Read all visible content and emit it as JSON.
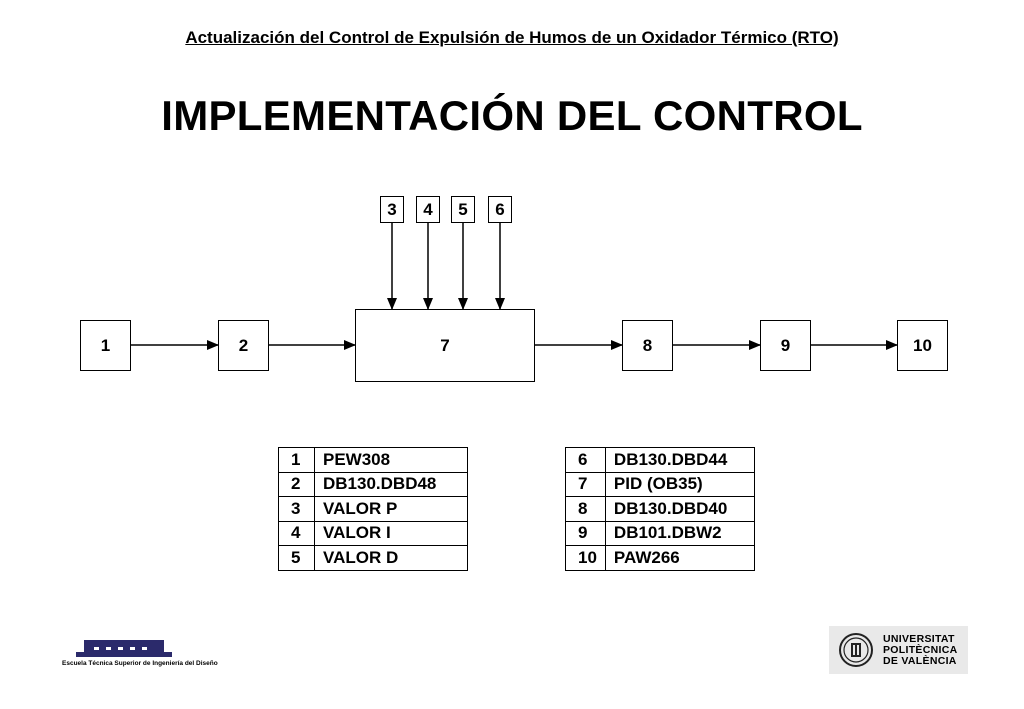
{
  "header": {
    "subtitle": "Actualización del Control de Expulsión de Humos de un Oxidador Térmico (RTO)",
    "title": "IMPLEMENTACIÓN DEL CONTROL"
  },
  "diagram": {
    "top_inputs": [
      "3",
      "4",
      "5",
      "6"
    ],
    "chain": [
      "1",
      "2",
      "7",
      "8",
      "9",
      "10"
    ]
  },
  "legend_left": [
    {
      "num": "1",
      "label": "PEW308"
    },
    {
      "num": "2",
      "label": "DB130.DBD48"
    },
    {
      "num": "3",
      "label": "VALOR P"
    },
    {
      "num": "4",
      "label": "VALOR I"
    },
    {
      "num": "5",
      "label": "VALOR D"
    }
  ],
  "legend_right": [
    {
      "num": "6",
      "label": "DB130.DBD44"
    },
    {
      "num": "7",
      "label": "PID (OB35)"
    },
    {
      "num": "8",
      "label": "DB130.DBD40"
    },
    {
      "num": "9",
      "label": "DB101.DBW2"
    },
    {
      "num": "10",
      "label": "PAW266"
    }
  ],
  "footer": {
    "school": "Escuela Técnica Superior de Ingeniería del Diseño",
    "university_line1": "UNIVERSITAT",
    "university_line2": "POLITÈCNICA",
    "university_line3": "DE VALÈNCIA"
  }
}
